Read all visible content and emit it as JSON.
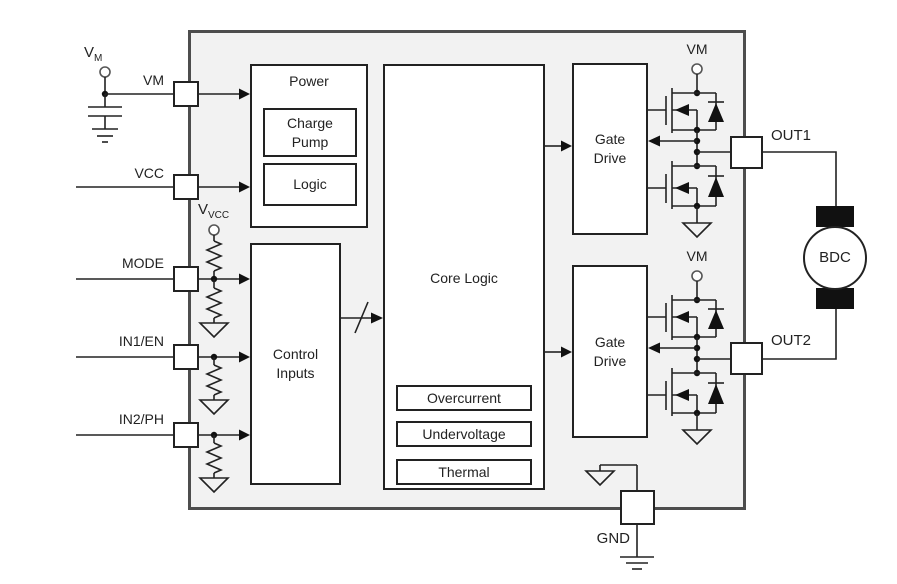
{
  "diagram": {
    "external": {
      "vm_supply": {
        "main": "V",
        "sub": "M"
      },
      "vvcc_pullup": {
        "main": "V",
        "sub": "VCC"
      },
      "vm_rail_top": "VM",
      "vm_rail_bottom": "VM",
      "out1_label": "OUT1",
      "out2_label": "OUT2",
      "gnd_label": "GND",
      "motor_label": "BDC"
    },
    "pins": {
      "vm": "VM",
      "vcc": "VCC",
      "mode": "MODE",
      "in1": "IN1/EN",
      "in2": "IN2/PH"
    },
    "blocks": {
      "power": "Power",
      "charge_pump": [
        "Charge",
        "Pump"
      ],
      "logic": "Logic",
      "control_inputs": [
        "Control",
        "Inputs"
      ],
      "core_logic": "Core Logic",
      "overcurrent": "Overcurrent",
      "undervoltage": "Undervoltage",
      "thermal": "Thermal",
      "gate_drive": [
        "Gate",
        "Drive"
      ]
    },
    "colors": {
      "ic_fill": "#f2f2f2",
      "ic_border": "#4d4d4d",
      "line": "#222222",
      "block_fill": "#ffffff",
      "motor_brush": "#111111"
    }
  }
}
